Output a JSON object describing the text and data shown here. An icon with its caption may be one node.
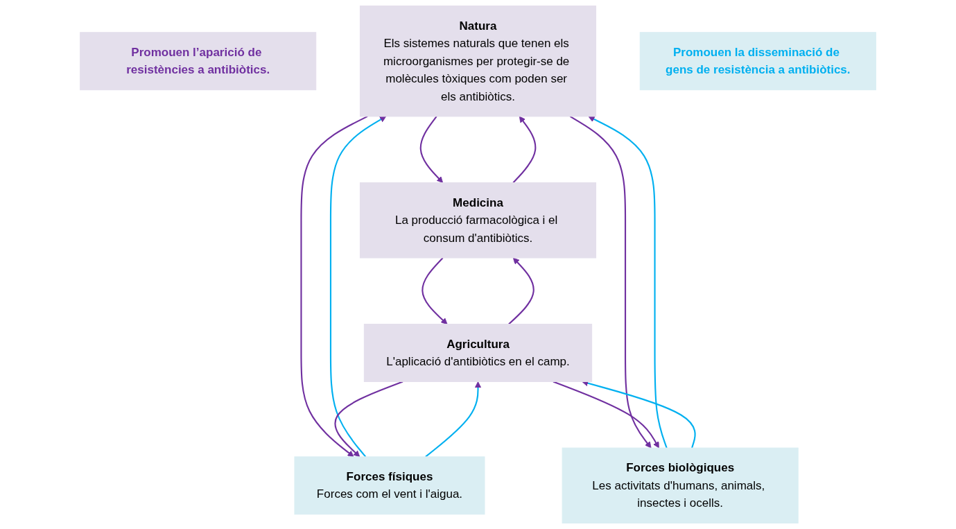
{
  "diagram": {
    "nodes": [
      {
        "text": [
          "Promouen l’aparició de resistències a antibiòtics."
        ]
      },
      {
        "text": [
          "Natura",
          "Els sistemes naturals que tenen els microorganismes per protegir-se de molècules tòxiques com poden ser els antibiòtics."
        ]
      },
      {
        "text": [
          "Medicina",
          "La producció farmacològica i el consum d'antibiòtics."
        ]
      },
      {
        "text": [
          "Agricultura",
          "L'aplicació d'antibiòtics en el camp."
        ]
      },
      {
        "text": [
          "Forces físiques",
          "Forces com el vent i l'aigua."
        ]
      },
      {
        "text": [
          "Forces biològiques",
          "Les activitats d'humans, animals, insectes i ocells."
        ]
      },
      {
        "text": [
          "Promouen la disseminació de gens de resistència a antibiòtics."
        ]
      }
    ],
    "edges": [
      {
        "from": 1,
        "to": 2,
        "arrow": "to"
      },
      {
        "from": 2,
        "to": 1,
        "arrow": "to"
      },
      {
        "from": 2,
        "to": 3,
        "arrow": "to"
      },
      {
        "from": 3,
        "to": 2,
        "arrow": "to"
      },
      {
        "from": 1,
        "to": 4,
        "arrow": "to"
      },
      {
        "from": 4,
        "to": 1,
        "arrow": "to",
        "color": "#00b0f0"
      },
      {
        "from": 1,
        "to": 5,
        "arrow": "to"
      },
      {
        "from": 5,
        "to": 1,
        "arrow": "to",
        "color": "#00b0f0"
      },
      {
        "from": 3,
        "to": 4,
        "arrow": "to"
      },
      {
        "from": 4,
        "to": 3,
        "arrow": "to",
        "color": "#00b0f0"
      },
      {
        "from": 5,
        "to": 3,
        "arrow": "to",
        "color": "#00b0f0"
      },
      {
        "from": 3,
        "to": 5,
        "arrow": "to"
      }
    ]
  }
}
